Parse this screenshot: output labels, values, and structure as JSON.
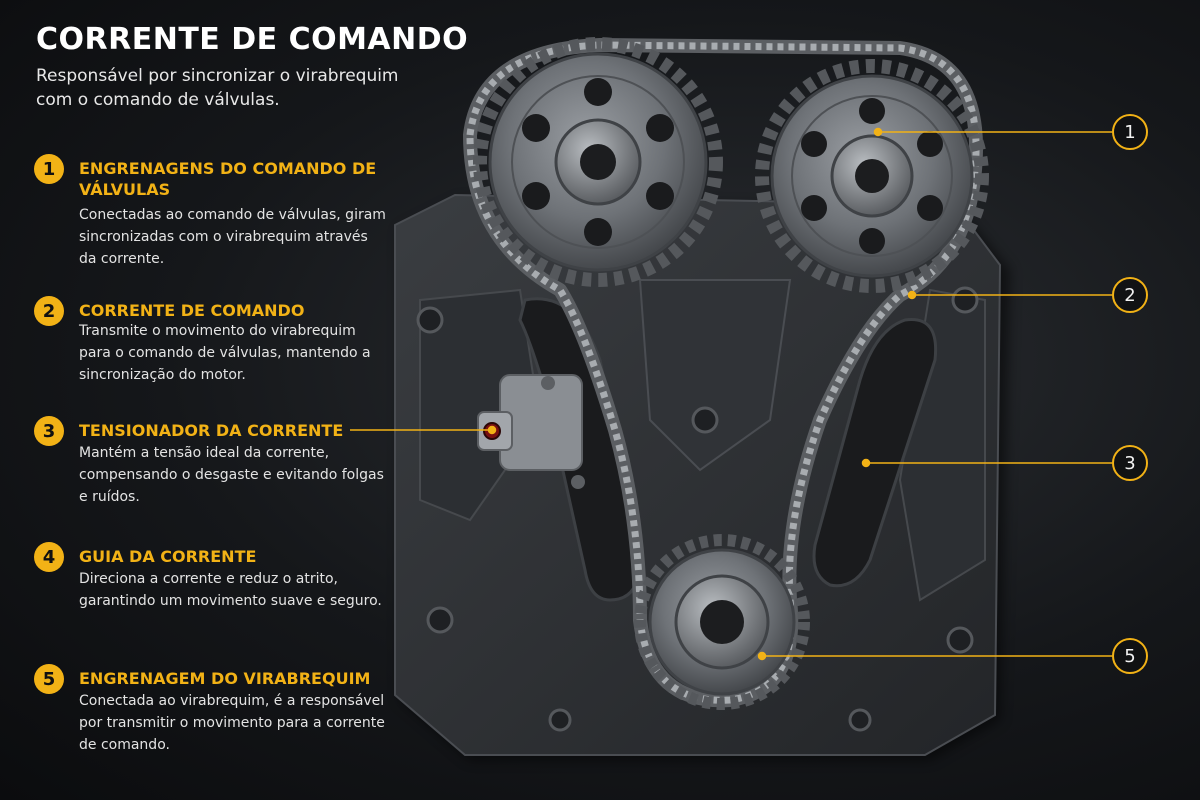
{
  "header": {
    "title": "CORRENTE DE COMANDO",
    "subtitle": "Responsável por sincronizar o virabrequim com o comando de válvulas."
  },
  "legend": [
    {
      "number": "1",
      "title": "ENGRENAGENS DO COMANDO DE VÁLVULAS",
      "description": "Conectadas ao comando de válvulas, giram sincronizadas com o virabrequim através da corrente."
    },
    {
      "number": "2",
      "title": "CORRENTE DE COMANDO",
      "description": "Transmite o movimento do virabrequim para o comando de válvulas, mantendo a sincronização do motor."
    },
    {
      "number": "3",
      "title": "TENSIONADOR DA CORRENTE",
      "description": "Mantém a tensão ideal da corrente, compensando o desgaste e evitando folgas e ruídos."
    },
    {
      "number": "4",
      "title": "GUIA DA CORRENTE",
      "description": "Direciona a corrente e reduz o atrito, garantindo um movimento suave e seguro."
    },
    {
      "number": "5",
      "title": "ENGRENAGEM DO VIRABREQUIM",
      "description": "Conectada ao virabrequim, é a responsável por transmitir o movimento para a corrente de comando."
    }
  ],
  "callouts": [
    "1",
    "2",
    "3",
    "5"
  ],
  "colors": {
    "accent": "#f2b216",
    "background": "#15171a",
    "text": "#ffffff"
  }
}
